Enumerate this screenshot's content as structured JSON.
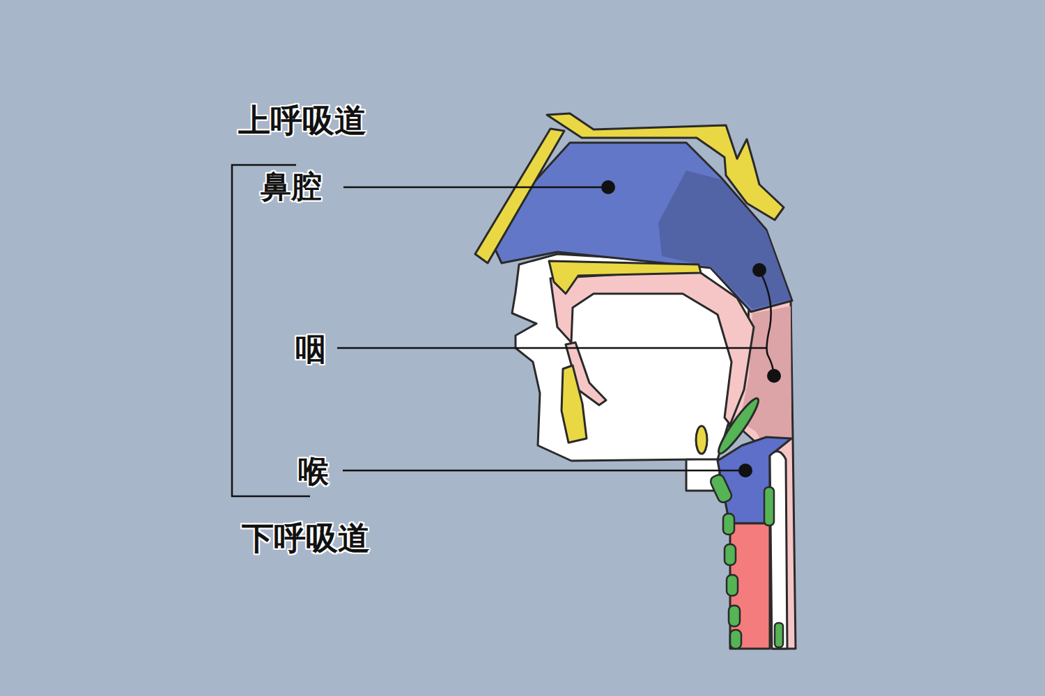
{
  "diagram": {
    "labels": [
      "上呼吸道",
      "鼻腔",
      "咽",
      "喉",
      "下呼吸道"
    ]
  }
}
